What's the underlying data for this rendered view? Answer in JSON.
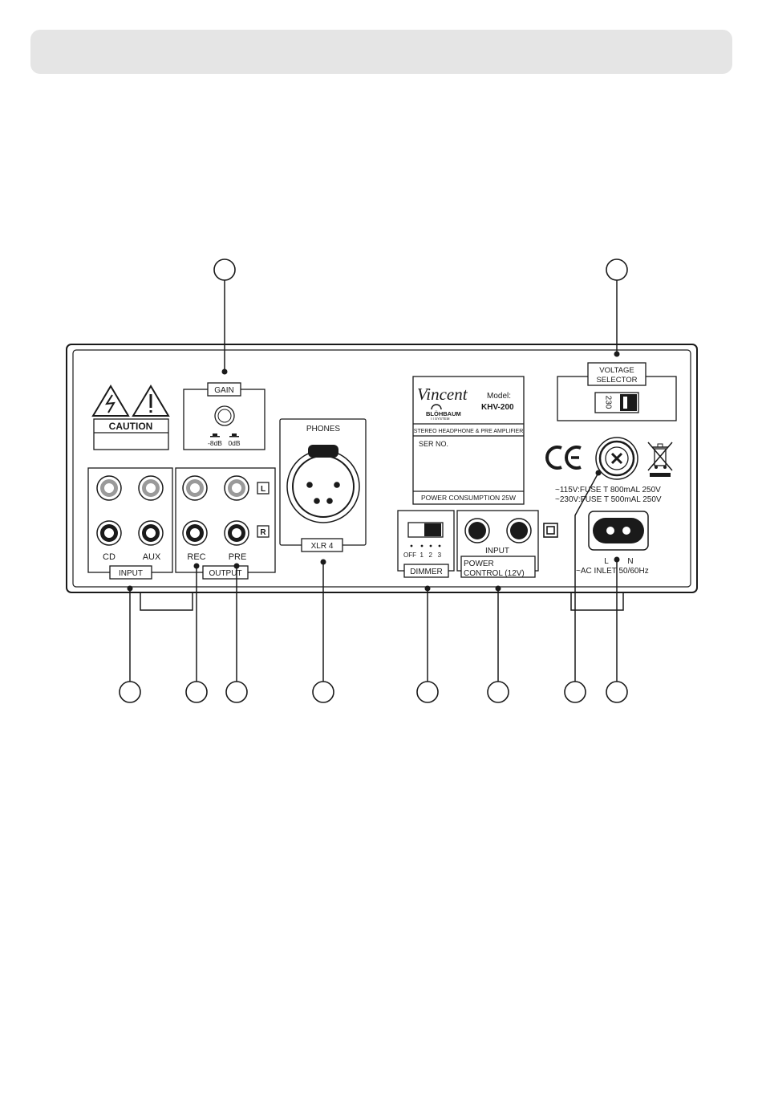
{
  "panel": {
    "caution": "CAUTION",
    "gain": {
      "title": "GAIN",
      "left": "-8dB",
      "right": "0dB"
    },
    "inputs": {
      "cd": "CD",
      "aux": "AUX",
      "group": "INPUT"
    },
    "outputs": {
      "rec": "REC",
      "pre": "PRE",
      "group": "OUTPUT",
      "left_mark": "L",
      "right_mark": "R"
    },
    "phones": {
      "title": "PHONES",
      "connector": "XLR 4"
    },
    "label_plate": {
      "brand": "Vincent",
      "model_label": "Model:",
      "model": "KHV-200",
      "sub_brand_top": "BLÖHBAUM",
      "sub_brand_bottom": "I  I  SYSTEM",
      "description": "STEREO HEADPHONE & PRE AMPLIFIER",
      "serial": "SER NO.",
      "power": "POWER CONSUMPTION 25W"
    },
    "voltage": {
      "title_line1": "VOLTAGE",
      "title_line2": "SELECTOR",
      "value": "230"
    },
    "fuse": {
      "line1": "~115V:FUSE T 800mAL 250V",
      "line2": "~230V:FUSE T 500mAL 250V"
    },
    "dimmer": {
      "title": "DIMMER",
      "positions": "OFF  1   2   3"
    },
    "power_control": {
      "input": "INPUT",
      "line1": "POWER",
      "line2": "CONTROL (12V)"
    },
    "ac": {
      "l": "L",
      "n": "N",
      "label": "~AC INLET 50/60Hz"
    },
    "marks": {
      "ce": "CE"
    }
  }
}
